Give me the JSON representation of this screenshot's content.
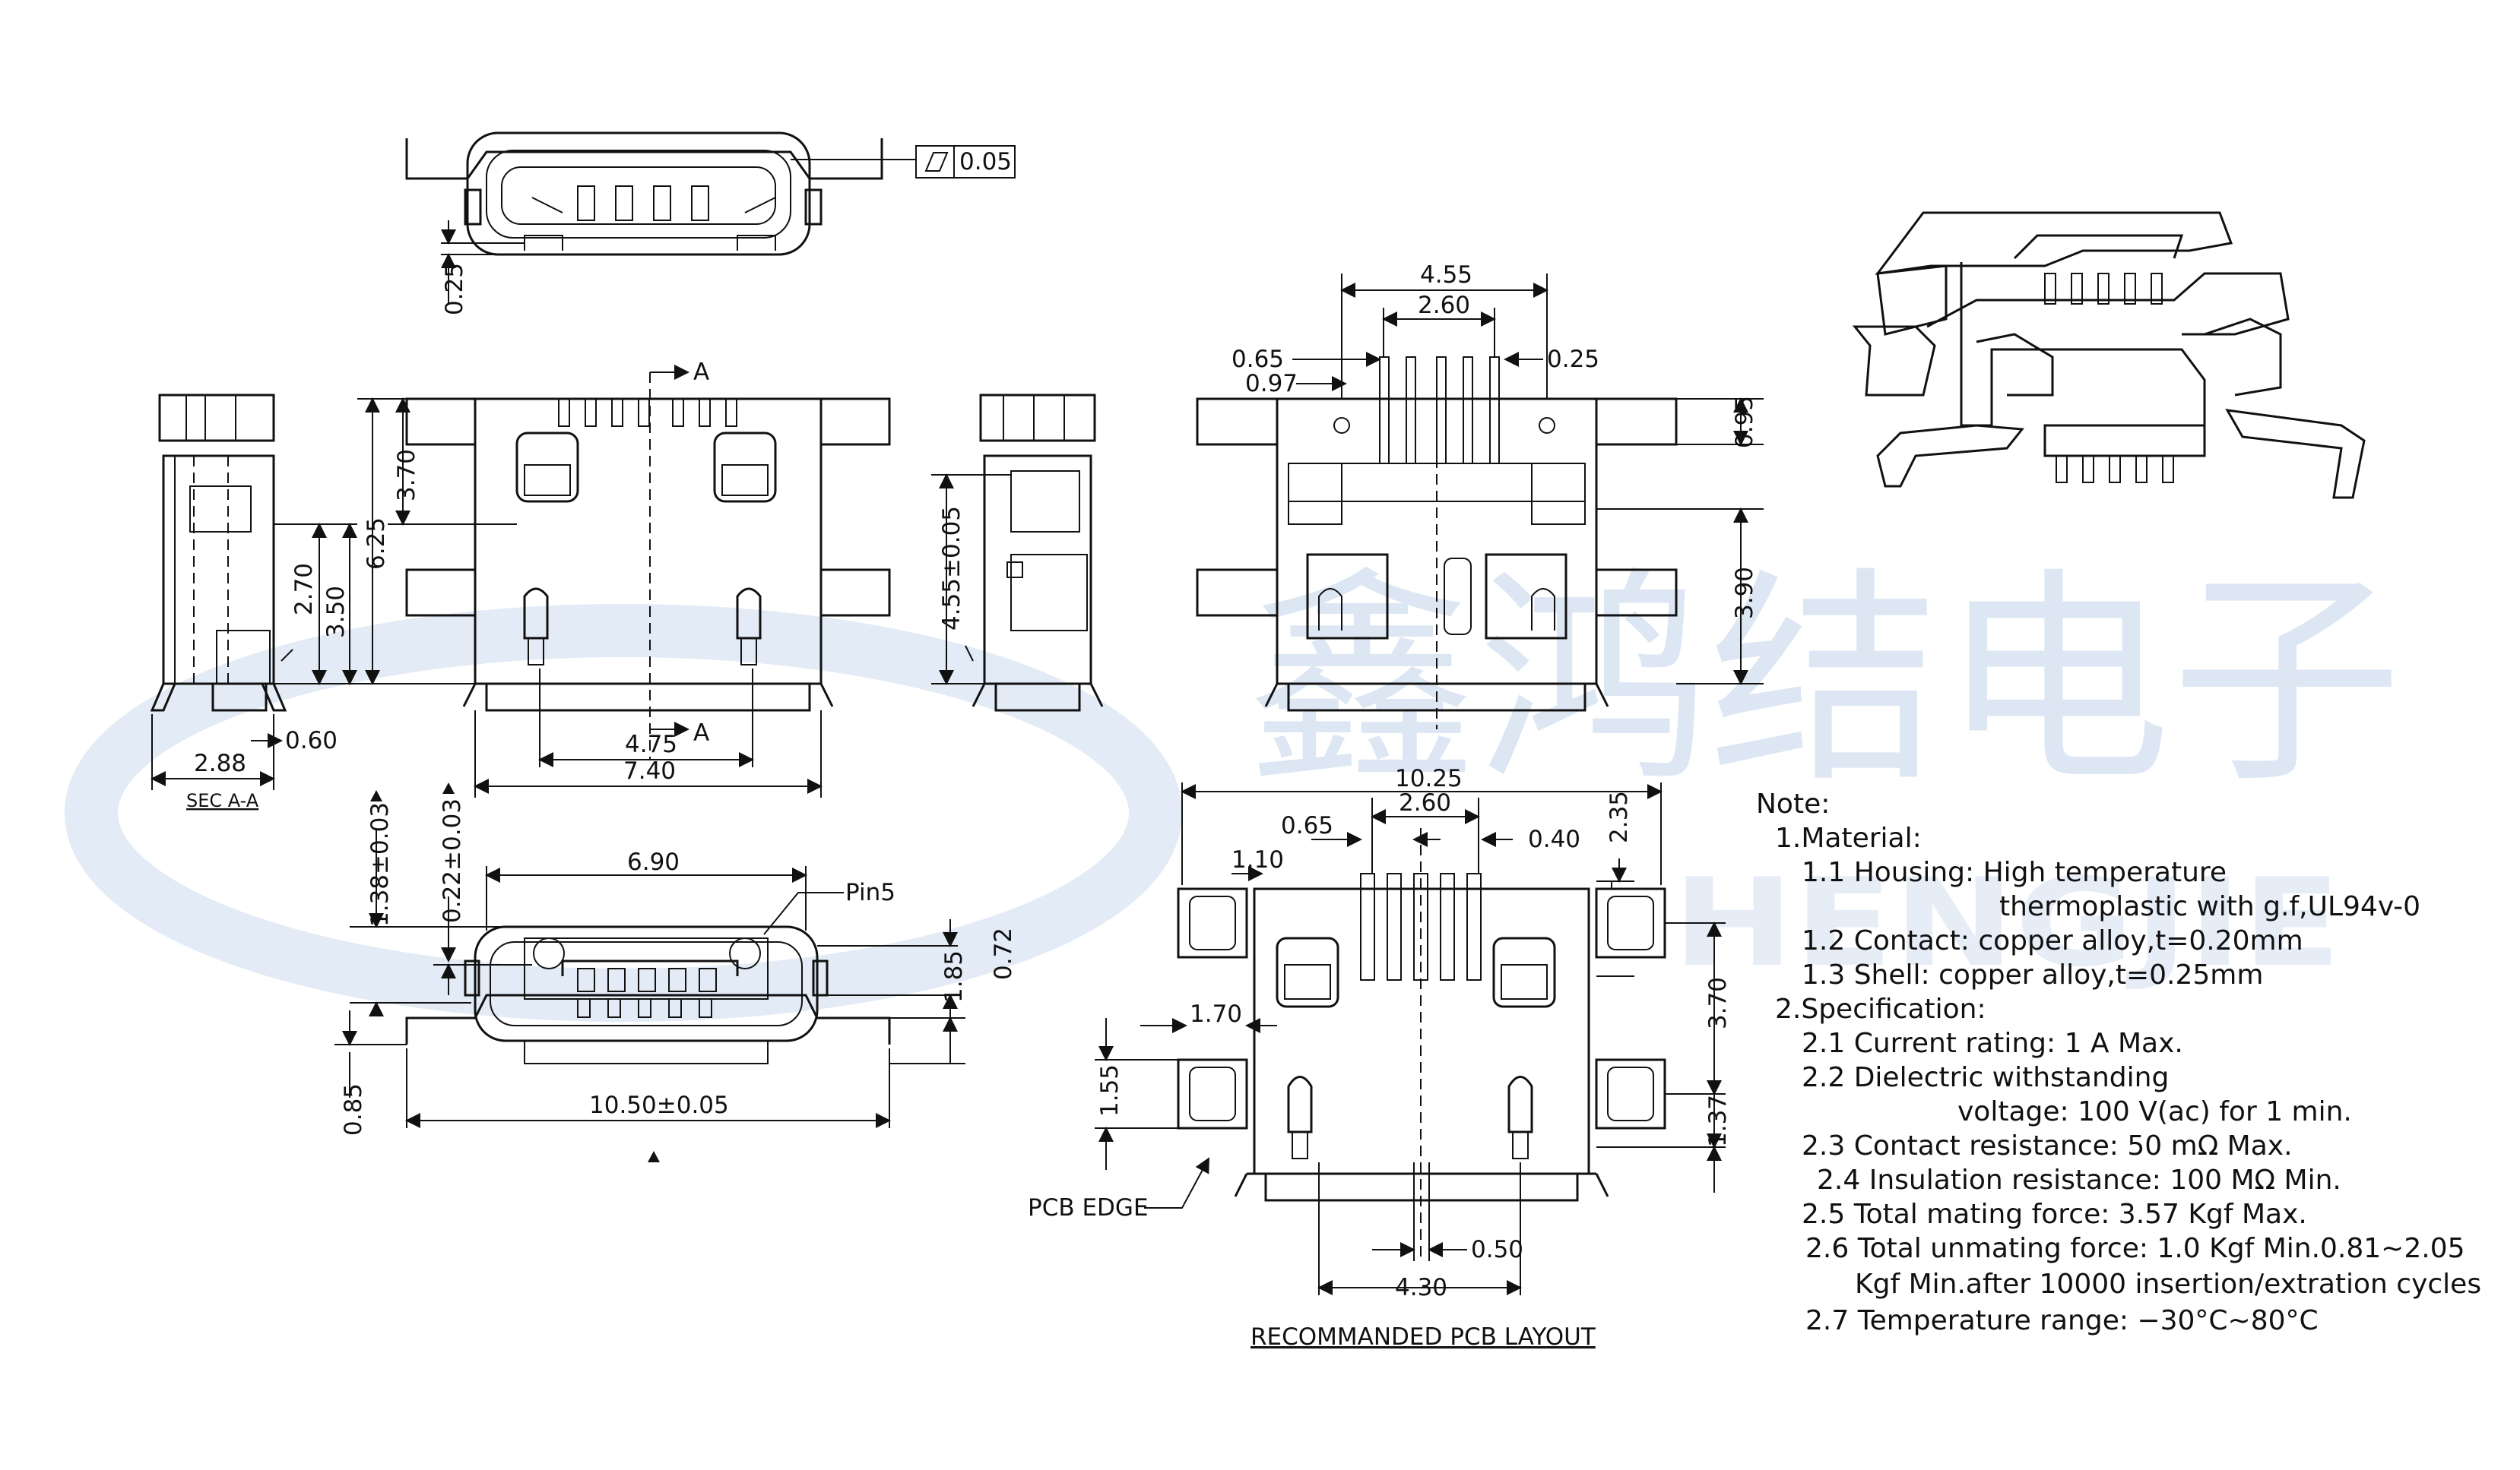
{
  "watermark": {
    "company_cn": "鑫鸿结电子",
    "company_en": "HENGJIE"
  },
  "flatness": {
    "symbol": "▱",
    "value": "0.05"
  },
  "top_view": {
    "dim_thickness": "0.25"
  },
  "section": {
    "marker_top": "A",
    "marker_bottom": "A",
    "title": "SEC A-A"
  },
  "side_section": {
    "dim_width": "2.88",
    "dim_offset": "0.60",
    "dim_h1": "2.70",
    "dim_h2": "3.50"
  },
  "front_view": {
    "dim_total_height": "6.25",
    "dim_upper": "3.70",
    "dim_pitch": "4.75",
    "dim_width": "7.40"
  },
  "right_side_view": {
    "dim_height": "4.55±0.05"
  },
  "rear_view": {
    "dim_outer": "4.55",
    "dim_inner": "2.60",
    "dim_065": "0.65",
    "dim_097": "0.97",
    "dim_025": "0.25",
    "dim_095": "0.95",
    "dim_390": "3.90"
  },
  "bottom_front_view": {
    "dim_690": "6.90",
    "pin_label": "Pin5",
    "dim_138": "1.38±0.03",
    "dim_022": "0.22±0.03",
    "dim_072": "0.72",
    "dim_185": "1.85",
    "dim_085": "0.85",
    "dim_width": "10.50±0.05"
  },
  "pcb_layout": {
    "dim_1025": "10.25",
    "dim_260": "2.60",
    "dim_065": "0.65",
    "dim_040": "0.40",
    "dim_110": "1.10",
    "dim_235": "2.35",
    "dim_370": "3.70",
    "dim_170": "1.70",
    "dim_155": "1.55",
    "dim_137": "1.37",
    "dim_050": "0.50",
    "dim_430": "4.30",
    "pcb_edge": "PCB EDGE",
    "title": "RECOMMANDED PCB LAYOUT"
  },
  "notes": [
    "Note:",
    "1.Material:",
    "1.1 Housing: High temperature",
    "thermoplastic with g.f,UL94v-0",
    "1.2 Contact: copper alloy,t=0.20mm",
    "1.3 Shell: copper alloy,t=0.25mm",
    "2.Specification:",
    "2.1 Current rating: 1 A Max.",
    "2.2 Dielectric withstanding",
    "voltage: 100 V(ac) for 1 min.",
    "2.3 Contact resistance: 50 mΩ Max.",
    "2.4 Insulation resistance: 100 MΩ Min.",
    "2.5 Total mating force: 3.57 Kgf Max.",
    "2.6 Total unmating force: 1.0 Kgf Min.0.81~2.05",
    "Kgf Min.after 10000 insertion/extration cycles",
    "2.7 Temperature range: −30°C~80°C"
  ]
}
